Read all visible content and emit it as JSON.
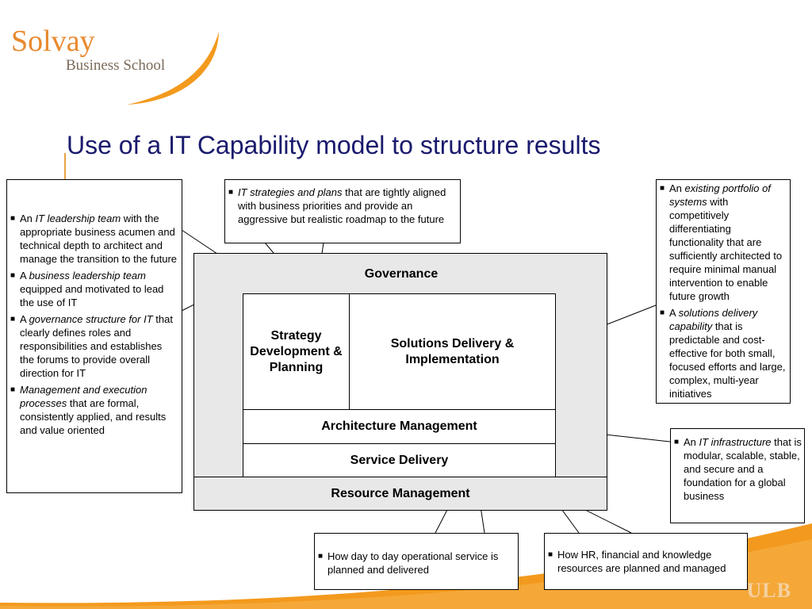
{
  "logo": {
    "line1": "Solvay",
    "line2": "Business School"
  },
  "title": "Use of a IT Capability model to structure results",
  "diagram": {
    "governance": "Governance",
    "strategy": "Strategy Development & Planning",
    "solutions": "Solutions Delivery & Implementation",
    "architecture": "Architecture Management",
    "service": "Service Delivery",
    "resource": "Resource Management"
  },
  "callouts": {
    "left": [
      {
        "pre": "An ",
        "em": "IT leadership team",
        "post": " with the appropriate business acumen and technical depth to architect and manage the transition to the future"
      },
      {
        "pre": "A ",
        "em": "business leadership team",
        "post": " equipped and motivated to lead the use of IT"
      },
      {
        "pre": "A ",
        "em": "governance structure for IT",
        "post": " that clearly defines roles and responsibilities and establishes the forums to provide overall direction for IT"
      },
      {
        "pre": "",
        "em": "Management and execution processes",
        "post": " that are formal, consistently applied, and results and value oriented"
      }
    ],
    "top": [
      {
        "pre": "",
        "em": "IT strategies and plans",
        "post": " that are tightly aligned with business priorities and provide an aggressive but realistic roadmap to the future"
      }
    ],
    "right_top": [
      {
        "pre": "An ",
        "em": "existing portfolio of systems",
        "post": " with competitively differentiating functionality that are sufficiently architected to require minimal manual intervention to enable future growth"
      },
      {
        "pre": "A ",
        "em": "solutions delivery capability",
        "post": " that is predictable and cost-effective for both small, focused efforts and large, complex, multi-year initiatives"
      }
    ],
    "right_mid": [
      {
        "pre": "An ",
        "em": "IT infrastructure",
        "post": " that is modular, scalable, stable, and secure and a foundation for a global business"
      }
    ],
    "bottom_mid": [
      {
        "pre": "",
        "em": "",
        "post": "How day to day operational service is planned and delivered"
      }
    ],
    "bottom_right": [
      {
        "pre": "",
        "em": "",
        "post": "How HR, financial and knowledge resources are planned and managed"
      }
    ]
  },
  "bullet": "■",
  "footer": {
    "ulb": "ULB"
  },
  "colors": {
    "accent_orange": "#f39a1e",
    "title_blue": "#1a1a6e",
    "panel_gray": "#e8e8e8"
  }
}
